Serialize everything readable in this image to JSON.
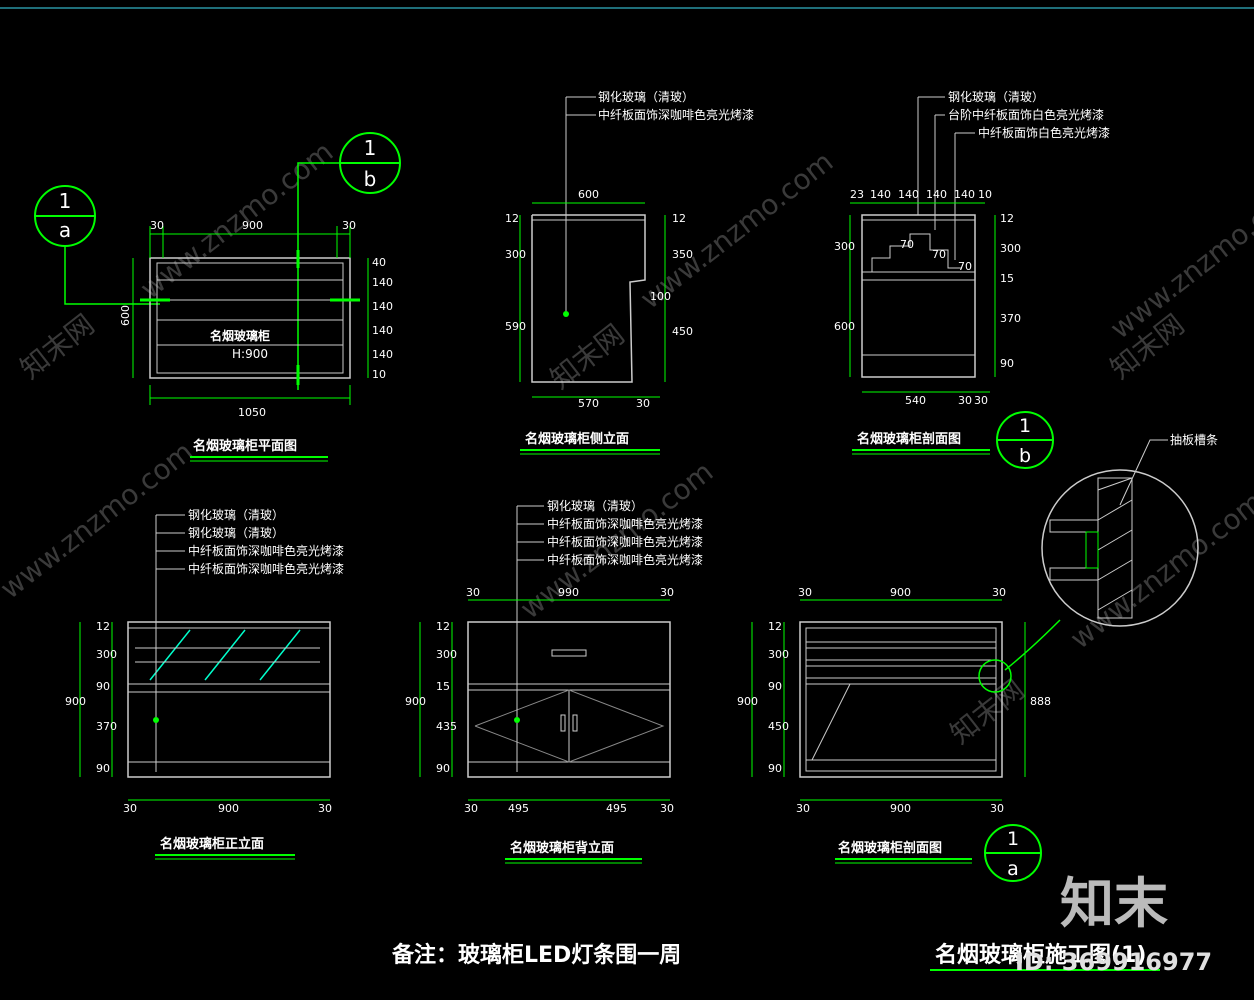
{
  "colors": {
    "background": "#000000",
    "line": "#00ff00",
    "furniture": "#cccccc",
    "text": "#ffffff",
    "glass": "#00ffcc",
    "watermark": "#3a3a3a"
  },
  "watermark": {
    "text": "www.znzmo.com",
    "cn": "知末网",
    "logo": "知末",
    "id_label": "ID: 369916977"
  },
  "markers": {
    "m1": {
      "num": "1",
      "letter": "a"
    },
    "m2": {
      "num": "1",
      "letter": "b"
    },
    "m3": {
      "num": "1",
      "letter": "b"
    },
    "m4": {
      "num": "1",
      "letter": "a"
    }
  },
  "plan": {
    "title": "名烟玻璃柜平面图",
    "label": "名烟玻璃柜",
    "height": "H:900",
    "dims_top": [
      "30",
      "900",
      "30"
    ],
    "dim_bottom": "1050",
    "dim_left": "600",
    "dims_right": [
      "40",
      "140",
      "140",
      "140",
      "140",
      "10"
    ]
  },
  "side": {
    "title": "名烟玻璃柜侧立面",
    "notes": [
      "钢化玻璃（清玻）",
      "中纤板面饰深咖啡色亮光烤漆"
    ],
    "dim_top": "600",
    "dims_left": [
      "12",
      "300",
      "590"
    ],
    "dims_right": [
      "12",
      "350",
      "100",
      "450"
    ],
    "dims_bottom": [
      "570",
      "30"
    ]
  },
  "section_b": {
    "title": "名烟玻璃柜剖面图",
    "notes": [
      "钢化玻璃（清玻）",
      "台阶中纤板面饰白色亮光烤漆",
      "中纤板面饰白色亮光烤漆"
    ],
    "dims_top": [
      "23",
      "140",
      "140",
      "140",
      "140",
      "10"
    ],
    "dims_left": [
      "300",
      "600"
    ],
    "dims_right": [
      "12",
      "300",
      "15",
      "370",
      "90"
    ],
    "dims_bottom": [
      "540",
      "30",
      "30"
    ],
    "inner_dims": [
      "70",
      "70",
      "70"
    ]
  },
  "detail": {
    "label": "抽板槽条"
  },
  "front": {
    "title": "名烟玻璃柜正立面",
    "notes": [
      "钢化玻璃（清玻）",
      "钢化玻璃（清玻）",
      "中纤板面饰深咖啡色亮光烤漆",
      "中纤板面饰深咖啡色亮光烤漆"
    ],
    "dims_left": [
      "900"
    ],
    "dims_right": [
      "12",
      "300",
      "90",
      "370",
      "90"
    ],
    "dims_bottom": [
      "30",
      "900",
      "30"
    ]
  },
  "back": {
    "title": "名烟玻璃柜背立面",
    "notes": [
      "钢化玻璃（清玻）",
      "中纤板面饰深咖啡色亮光烤漆",
      "中纤板面饰深咖啡色亮光烤漆",
      "中纤板面饰深咖啡色亮光烤漆"
    ],
    "dims_top": [
      "30",
      "990",
      "30"
    ],
    "dims_left": [
      "900"
    ],
    "dims_right": [
      "12",
      "300",
      "15",
      "435",
      "90"
    ],
    "dims_bottom": [
      "30",
      "495",
      "495",
      "30"
    ]
  },
  "section_a": {
    "title": "名烟玻璃柜剖面图",
    "dims_top": [
      "30",
      "900",
      "30"
    ],
    "dims_left": [
      "900"
    ],
    "dims_right": [
      "12",
      "300",
      "90",
      "450",
      "90"
    ],
    "dim_far_right": "888",
    "dims_bottom": [
      "30",
      "900",
      "30"
    ]
  },
  "footer": {
    "remark": "备注：玻璃柜LED灯条围一周",
    "sheet_title": "名烟玻璃柜施工图(1)"
  }
}
